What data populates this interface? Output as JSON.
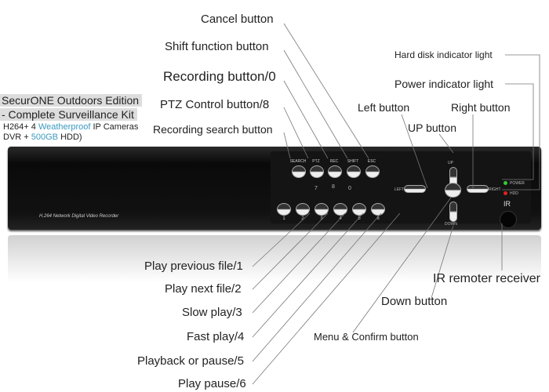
{
  "kit": {
    "title_line1": "SecurONE Outdoors Edition",
    "title_line2": "- Complete Surveillance Kit",
    "desc_a": "H264+ 4 ",
    "desc_b": "Weatherproof",
    "desc_c": " IP Cameras",
    "desc_d": "DVR + ",
    "desc_e": "500GB",
    "desc_f": " HDD)"
  },
  "device": {
    "brand": "H.264 Network Digital Video Recorder",
    "ir": "IR",
    "power": "POWER",
    "hdd": "HDD",
    "up": "UP",
    "down": "DOWN",
    "left": "LEFT",
    "right": "RIGHT",
    "top_keys": [
      "SEARCH",
      "PTZ",
      "REC",
      "SHIFT",
      "ESC"
    ],
    "top_nums": [
      "7",
      "8",
      "0"
    ],
    "bottom_nums": [
      "1",
      "2",
      "3",
      "4",
      "5",
      "6"
    ]
  },
  "labels": {
    "cancel": "Cancel button",
    "shift": "Shift function button",
    "recording": "Recording button/0",
    "ptz": "PTZ Control button/8",
    "search": "Recording search button",
    "hdd": "Hard disk indicator light",
    "power": "Power indicator light",
    "left": "Left button",
    "right": "Right button",
    "up": "UP button",
    "prev": "Play previous file/1",
    "next": "Play next file/2",
    "slow": "Slow play/3",
    "fast": "Fast play/4",
    "playback": "Playback or pause/5",
    "pause": "Play pause/6",
    "ir": "IR remoter receiver",
    "down": "Down button",
    "menu": "Menu & Confirm button"
  },
  "colors": {
    "accent": "#3a9ac0",
    "power_led": "#3c3",
    "hdd_led": "#d22"
  }
}
